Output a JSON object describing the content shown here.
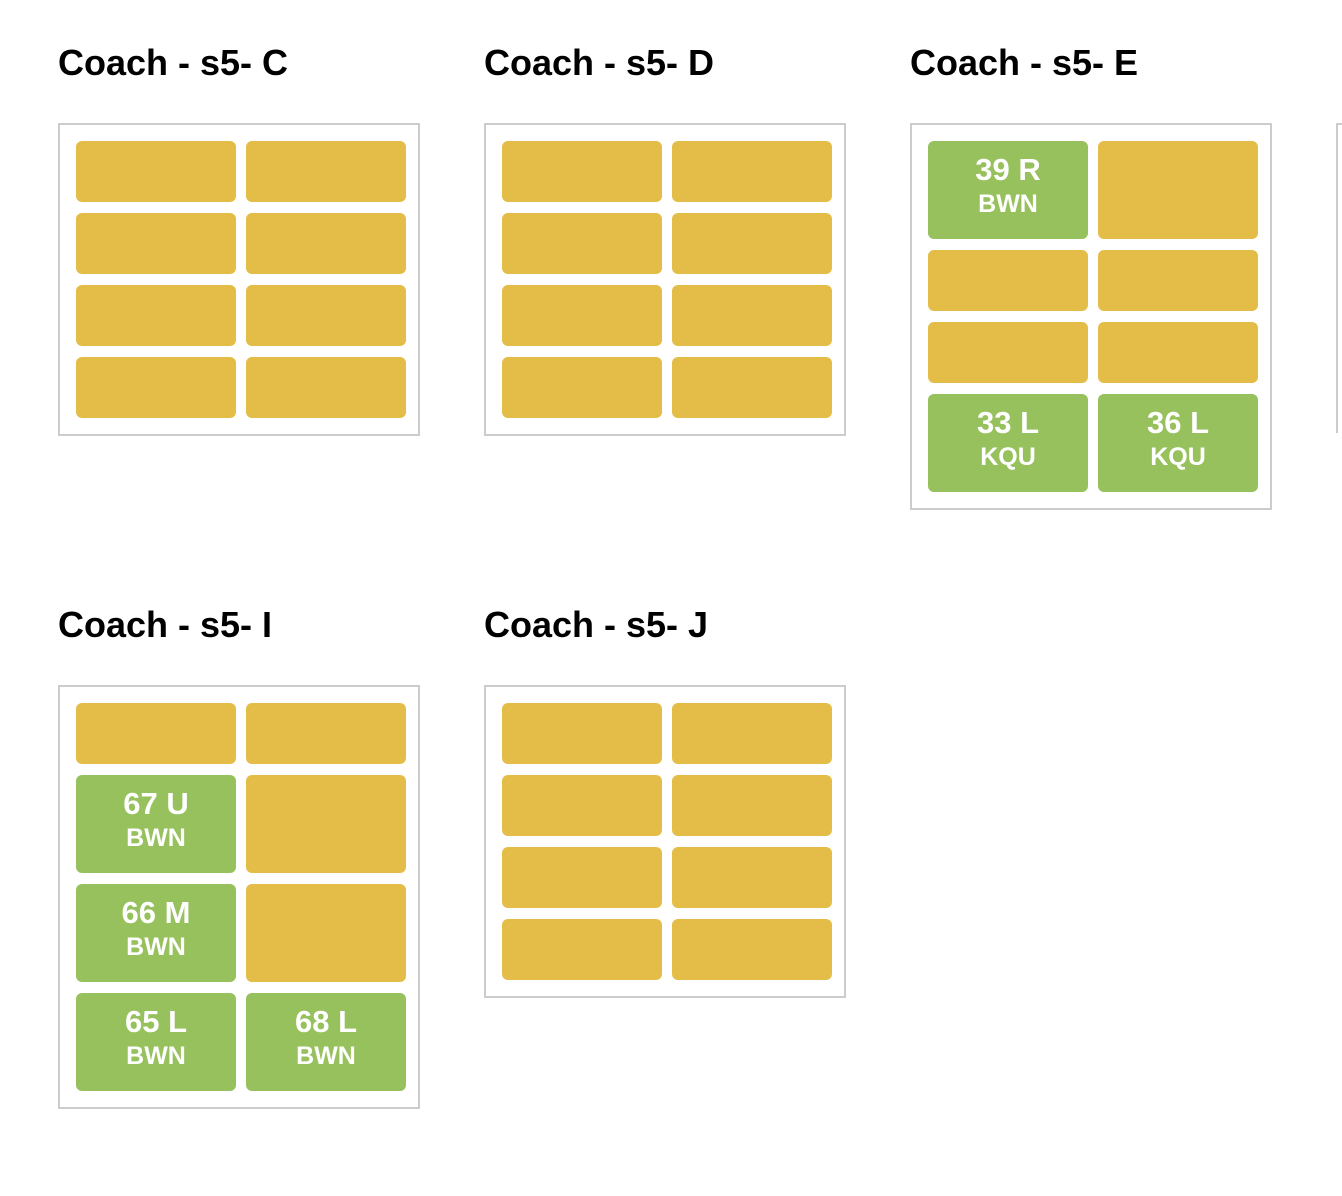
{
  "colors": {
    "available": "#e4bd48",
    "booked": "#97c15d",
    "box_border": "#cccccc"
  },
  "coaches": [
    {
      "title": "Coach - s5- C",
      "rows": [
        [
          {
            "status": "available"
          },
          {
            "status": "available"
          }
        ],
        [
          {
            "status": "available"
          },
          {
            "status": "available"
          }
        ],
        [
          {
            "status": "available"
          },
          {
            "status": "available"
          }
        ],
        [
          {
            "status": "available"
          },
          {
            "status": "available"
          }
        ]
      ]
    },
    {
      "title": "Coach - s5- D",
      "rows": [
        [
          {
            "status": "available"
          },
          {
            "status": "available"
          }
        ],
        [
          {
            "status": "available"
          },
          {
            "status": "available"
          }
        ],
        [
          {
            "status": "available"
          },
          {
            "status": "available"
          }
        ],
        [
          {
            "status": "available"
          },
          {
            "status": "available"
          }
        ]
      ]
    },
    {
      "title": "Coach - s5- E",
      "rows": [
        [
          {
            "status": "booked",
            "number": "39 R",
            "code": "BWN"
          },
          {
            "status": "available"
          }
        ],
        [
          {
            "status": "available"
          },
          {
            "status": "available"
          }
        ],
        [
          {
            "status": "available"
          },
          {
            "status": "available"
          }
        ],
        [
          {
            "status": "booked",
            "number": "33 L",
            "code": "KQU"
          },
          {
            "status": "booked",
            "number": "36 L",
            "code": "KQU"
          }
        ]
      ]
    },
    {
      "title": "Coach - s5- I",
      "rows": [
        [
          {
            "status": "available"
          },
          {
            "status": "available"
          }
        ],
        [
          {
            "status": "booked",
            "number": "67 U",
            "code": "BWN"
          },
          {
            "status": "available"
          }
        ],
        [
          {
            "status": "booked",
            "number": "66 M",
            "code": "BWN"
          },
          {
            "status": "available"
          }
        ],
        [
          {
            "status": "booked",
            "number": "65 L",
            "code": "BWN"
          },
          {
            "status": "booked",
            "number": "68 L",
            "code": "BWN"
          }
        ]
      ]
    },
    {
      "title": "Coach - s5- J",
      "rows": [
        [
          {
            "status": "available"
          },
          {
            "status": "available"
          }
        ],
        [
          {
            "status": "available"
          },
          {
            "status": "available"
          }
        ],
        [
          {
            "status": "available"
          },
          {
            "status": "available"
          }
        ],
        [
          {
            "status": "available"
          },
          {
            "status": "available"
          }
        ]
      ]
    }
  ]
}
